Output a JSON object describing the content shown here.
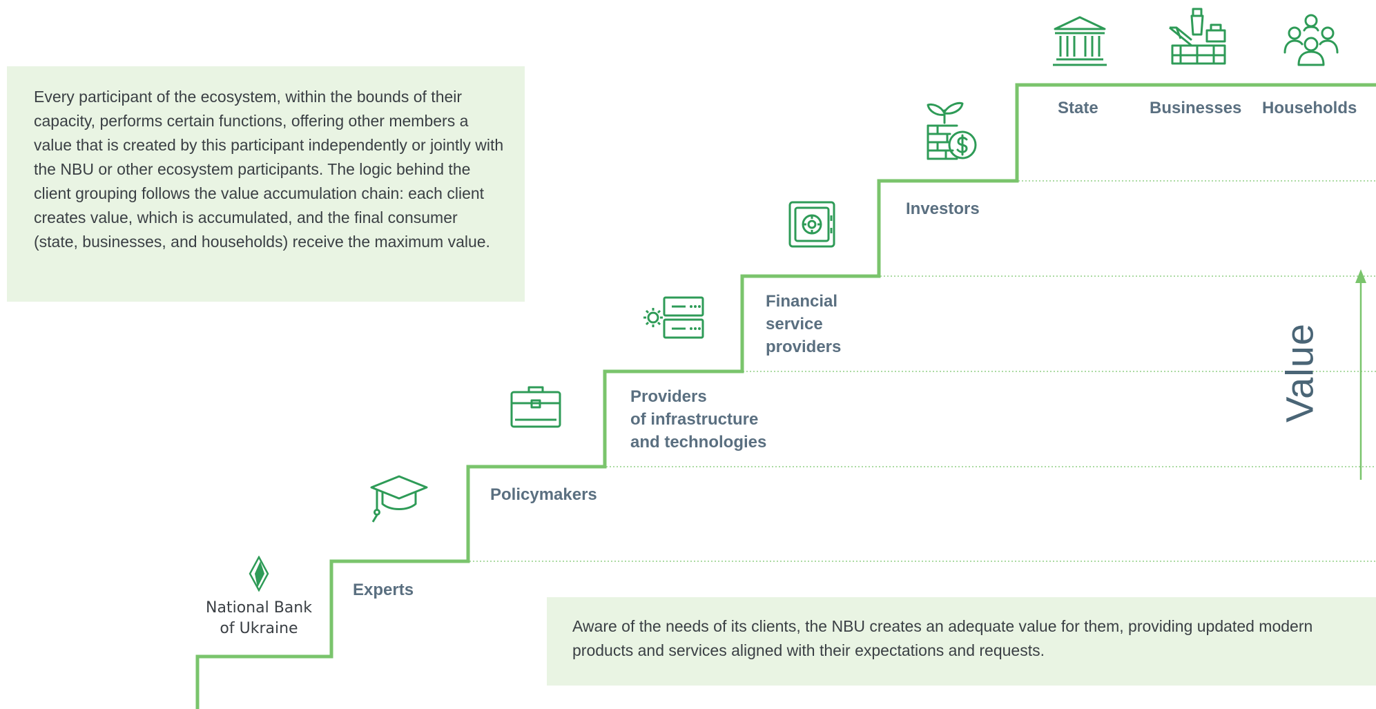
{
  "intro_text": "Every participant of the ecosystem, within the bounds of their capacity, performs certain functions, offering other members a value that is created by this participant independently or jointly with the NBU or other ecosystem participants. The logic behind the client grouping follows the value accumulation chain: each client creates value, which is accumulated, and the final consumer (state, businesses, and households) receive the maximum value.",
  "nbu_note": "Aware of the needs of its clients, the NBU creates an adequate value for them, providing updated modern products and services aligned with their expectations and requests.",
  "nbu": {
    "name_line1": "National Bank",
    "name_line2": "of Ukraine"
  },
  "steps": [
    {
      "id": "experts",
      "lines": [
        "Experts"
      ],
      "icon": "graduation-cap-icon"
    },
    {
      "id": "policymakers",
      "lines": [
        "Policymakers"
      ],
      "icon": "briefcase-icon"
    },
    {
      "id": "providers-infrastructure",
      "lines": [
        "Providers",
        "of infrastructure",
        "and technologies"
      ],
      "icon": "server-gear-icon"
    },
    {
      "id": "financial-service-providers",
      "lines": [
        "Financial",
        "service",
        "providers"
      ],
      "icon": "safe-icon"
    },
    {
      "id": "investors",
      "lines": [
        "Investors"
      ],
      "icon": "plant-money-icon"
    }
  ],
  "final_consumers": [
    {
      "label": "State",
      "icon": "government-building-icon"
    },
    {
      "label": "Businesses",
      "icon": "industrial-plant-icon"
    },
    {
      "label": "Households",
      "icon": "people-group-icon"
    }
  ],
  "axis_label": "Value",
  "colors": {
    "accent": "#7ac46c",
    "icon": "#2e9b57",
    "label": "#5a6f80",
    "box": "#e9f4e3",
    "text": "#3a3f44"
  }
}
